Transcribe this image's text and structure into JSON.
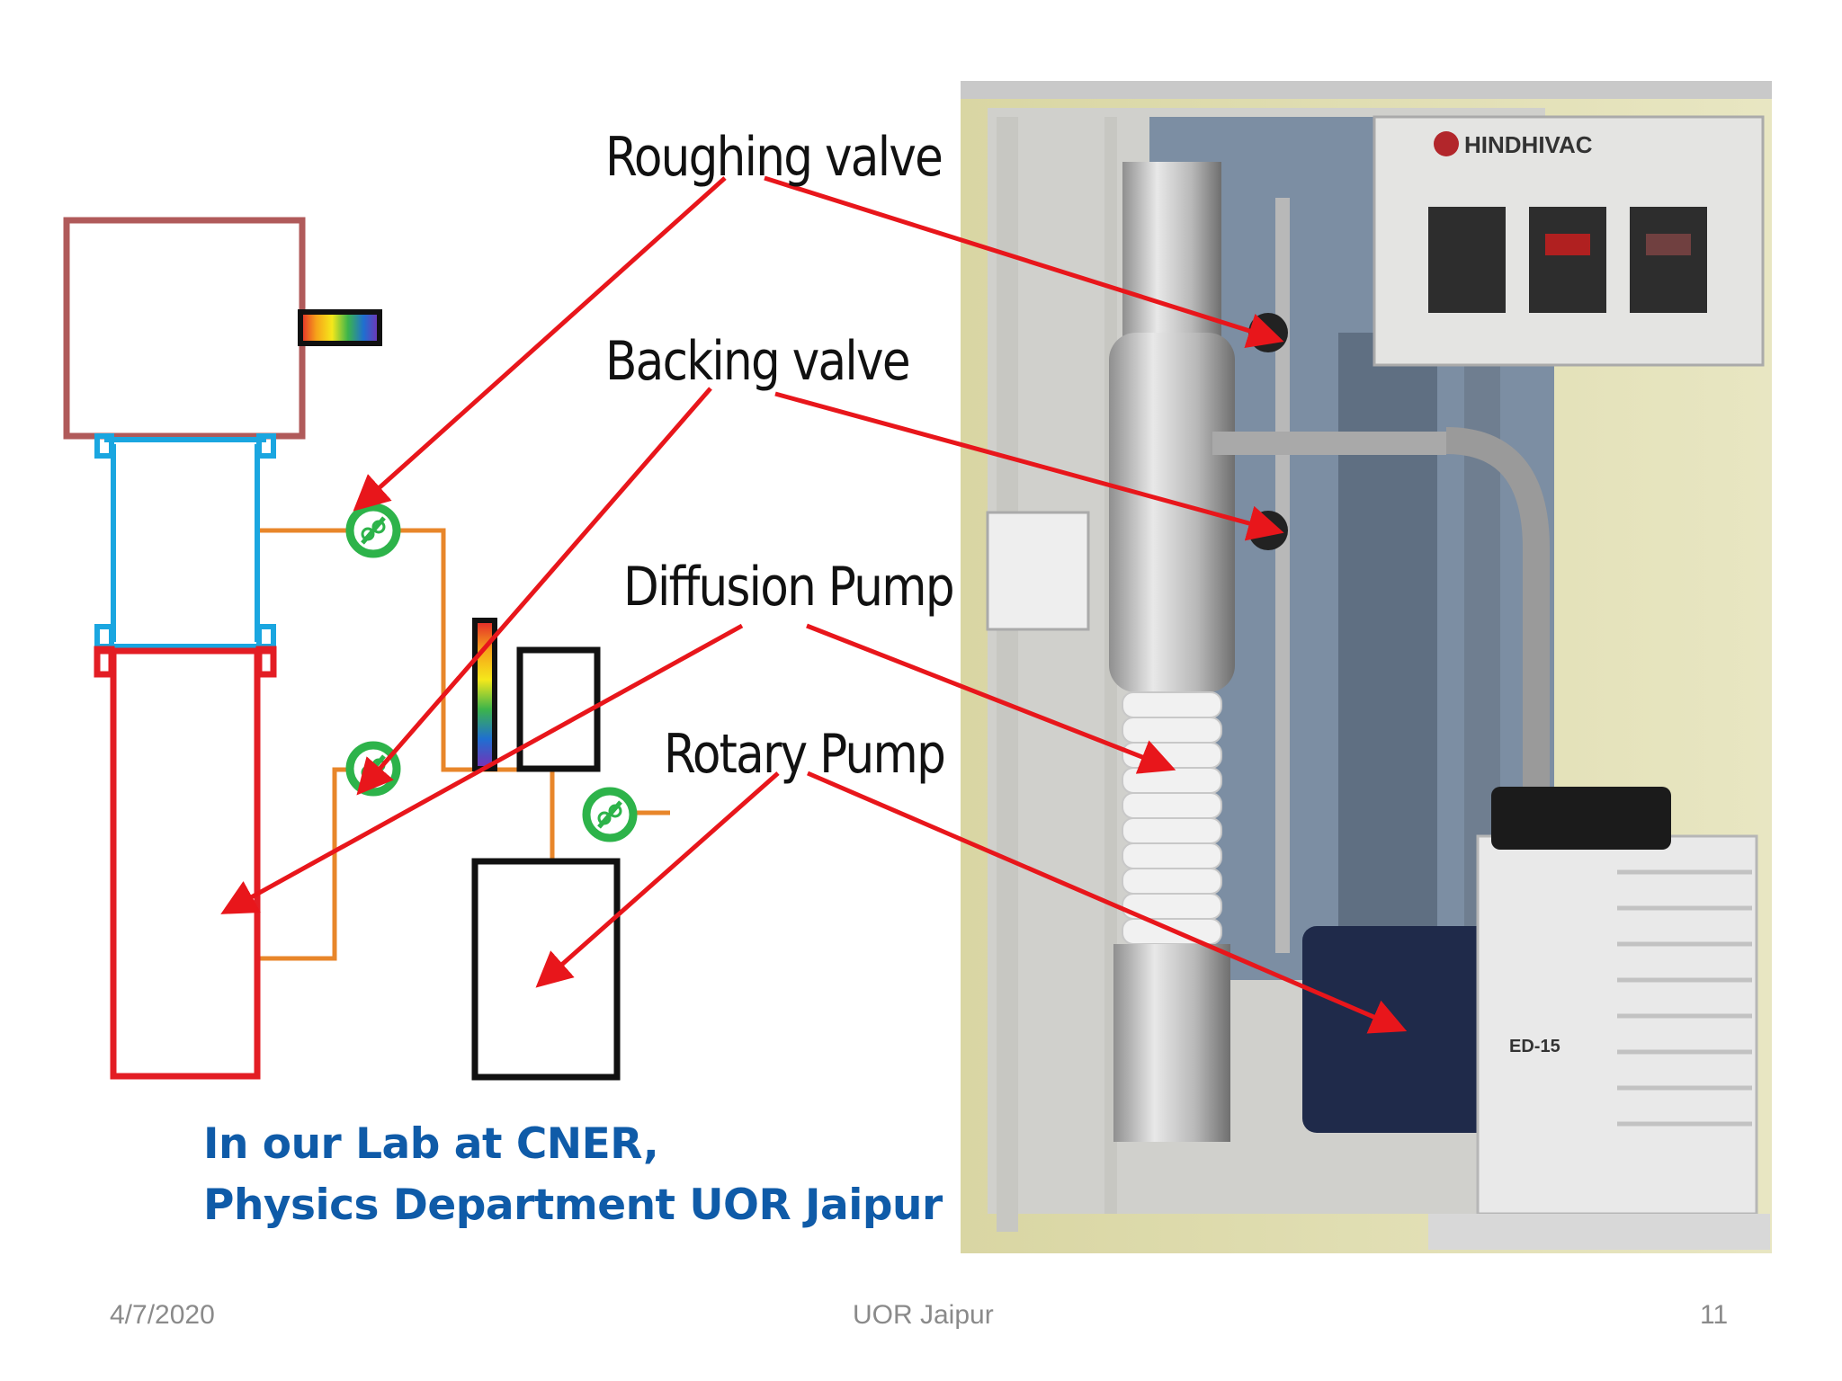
{
  "labels": {
    "roughing_valve": "Roughing valve",
    "backing_valve": "Backing valve",
    "diffusion_pump": "Diffusion Pump",
    "rotary_pump": "Rotary Pump"
  },
  "photo": {
    "brand_text": "HINDHIVAC",
    "model_text": "ED-15"
  },
  "caption": {
    "line1": "In our Lab at CNER,",
    "line2": "Physics Department UOR Jaipur"
  },
  "footer": {
    "date": "4/7/2020",
    "center": "UOR Jaipur",
    "page_number": "11"
  },
  "colors": {
    "arrow": "#E8161B",
    "chamber": "#B05A5A",
    "diffusion_pump_top": "#1AA6E0",
    "diffusion_pump_bottom": "#E31D24",
    "pipe": "#E8862A",
    "valve": "#2DB34A",
    "caption": "#0F5BA8"
  }
}
